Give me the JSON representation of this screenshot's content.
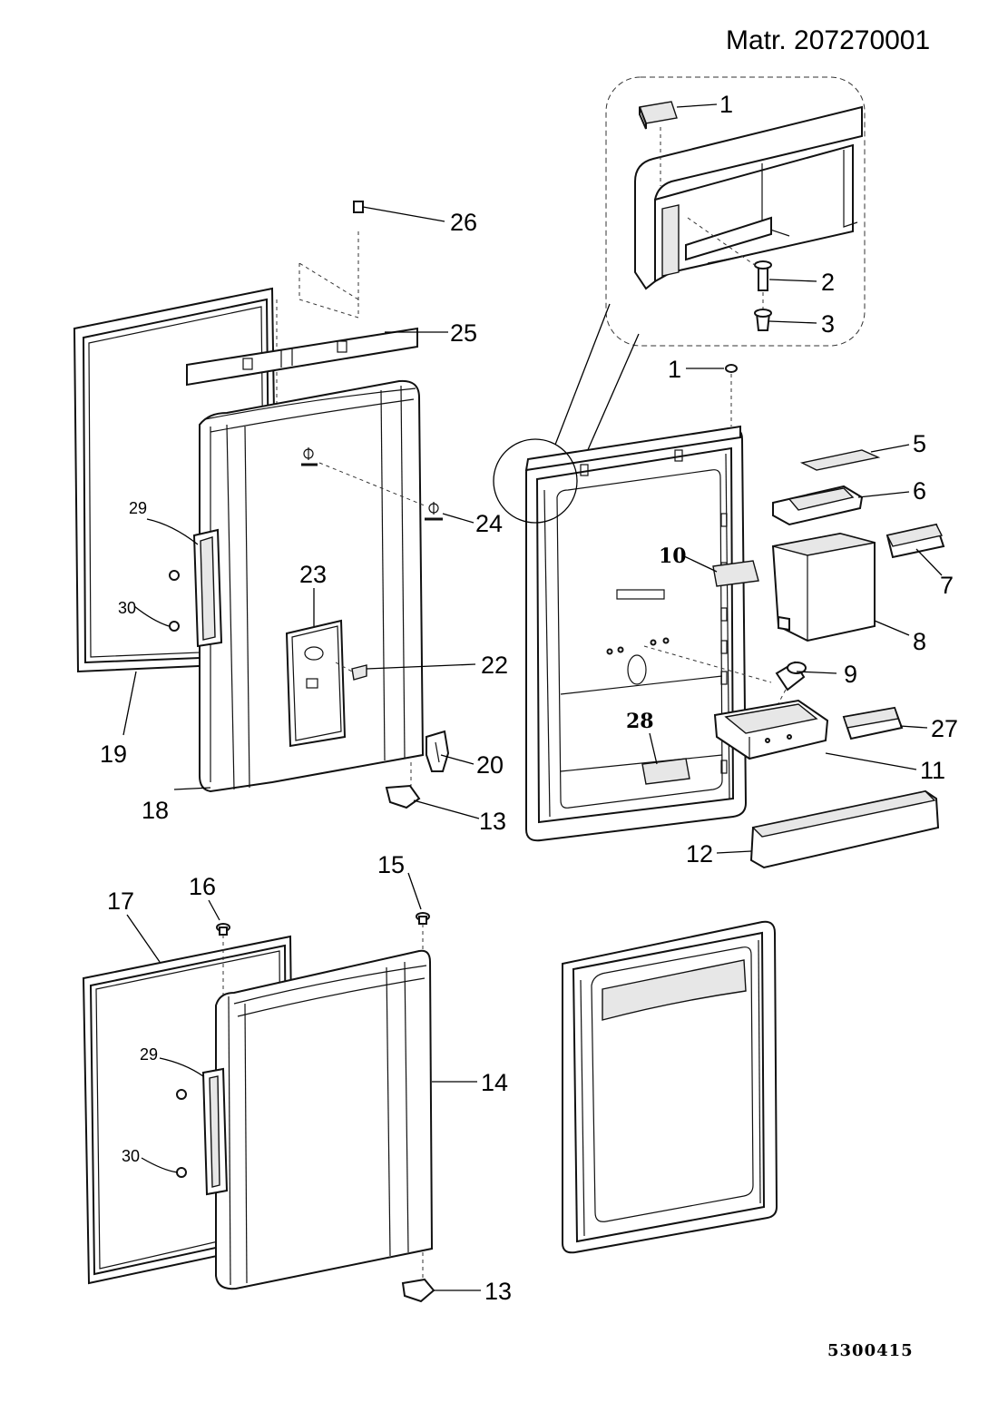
{
  "header": {
    "material_number": "Matr. 207270001"
  },
  "footer": {
    "drawing_number": "5300415"
  },
  "callouts": {
    "c1_detail": "1",
    "c2": "2",
    "c3": "3",
    "c1_main": "1",
    "c5": "5",
    "c6": "6",
    "c7": "7",
    "c8": "8",
    "c9": "9",
    "c10": "10",
    "c11": "11",
    "c12": "12",
    "c13_upper": "13",
    "c13_lower": "13",
    "c14": "14",
    "c15": "15",
    "c16": "16",
    "c17": "17",
    "c18": "18",
    "c19": "19",
    "c20": "20",
    "c22": "22",
    "c23": "23",
    "c24": "24",
    "c25": "25",
    "c26": "26",
    "c27": "27",
    "c28": "28",
    "c29_upper": "29",
    "c29_lower": "29",
    "c30_upper": "30",
    "c30_lower": "30"
  }
}
